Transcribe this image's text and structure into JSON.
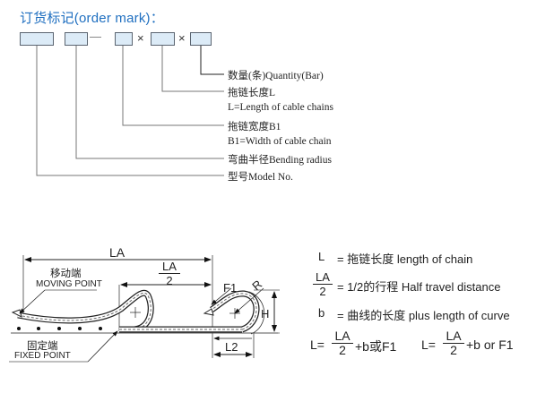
{
  "order_mark": {
    "title": "订货标记(order mark)：",
    "dash": "—",
    "times1": "×",
    "times2": "×",
    "labels": [
      "数量(条)Quantity(Bar)",
      "拖链长度L",
      "L=Length of cable chains",
      "拖链宽度B1",
      "B1=Width of cable chain",
      "弯曲半径Bending radius",
      "型号Model No."
    ]
  },
  "diagram": {
    "la": "LA",
    "la_half_num": "LA",
    "la_half_den": "2",
    "moving_cn": "移动端",
    "moving_en": "MOVING POINT",
    "fixed_cn": "固定端",
    "fixed_en": "FIXED POINT",
    "f1": "F1",
    "r": "R",
    "h": "H",
    "l2": "L2"
  },
  "legend": {
    "l_sym": "L",
    "l_text": "= 拖链长度  length of chain",
    "la_num": "LA",
    "la_den": "2",
    "la_text": "= 1/2的行程  Half travel distance",
    "b_sym": "b",
    "b_text": "= 曲线的长度  plus length of curve",
    "formula1_prefix": "L=",
    "formula1_num": "LA",
    "formula1_den": "2",
    "formula1_suffix": "+b或F1",
    "formula2_prefix": "L=",
    "formula2_num": "LA",
    "formula2_den": "2",
    "formula2_suffix": "+b or F1"
  }
}
